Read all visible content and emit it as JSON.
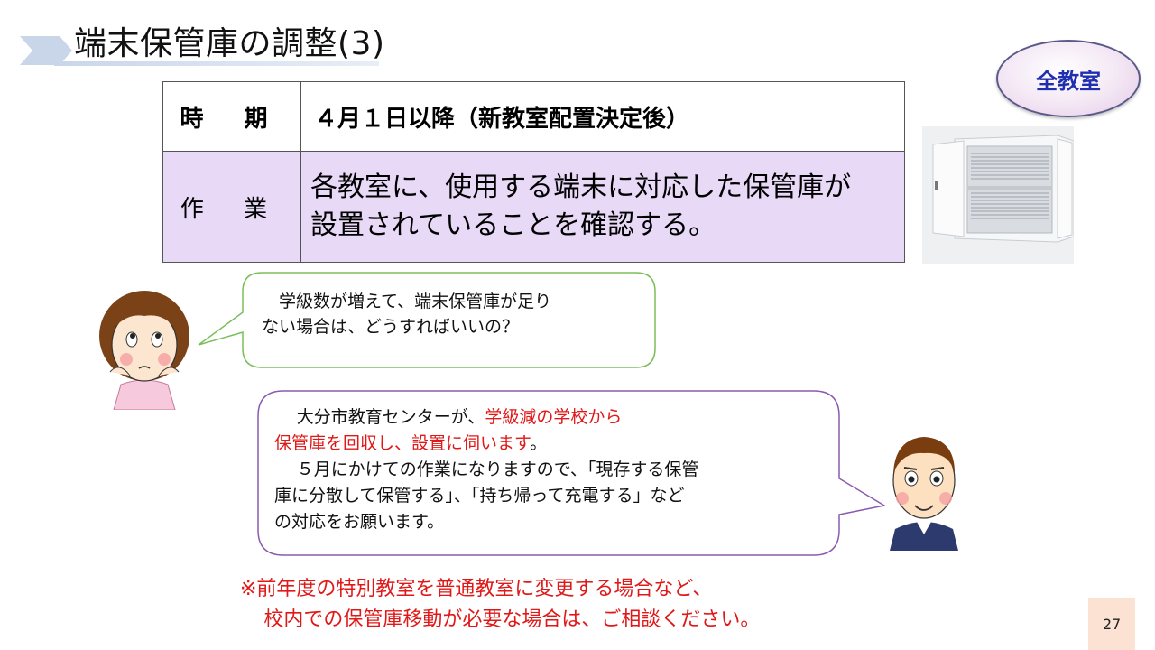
{
  "slide": {
    "title": "端末保管庫の調整(3)",
    "badge": "全教室",
    "page_number": "27"
  },
  "table": {
    "rows": [
      {
        "label": "時 期",
        "value": "４月１日以降（新教室配置決定後）"
      },
      {
        "label": "作 業",
        "value_line1": "各教室に、使用する端末に対応した保管庫が",
        "value_line2": "設置されていることを確認する。"
      }
    ]
  },
  "bubble_teacher": {
    "line1": "学級数が増えて、端末保管庫が足り",
    "line2": "ない場合は、どうすればいいの？"
  },
  "bubble_center": {
    "line1_black": "大分市教育センターが、",
    "line1_red": "学級減の学校から",
    "line2_red": "保管庫を回収し、設置に伺います",
    "line2_black": "。",
    "line3": "５月にかけての作業になりますので、「現存する保管",
    "line4": "庫に分散して保管する」、「持ち帰って充電する」など",
    "line5": "の対応をお願います。"
  },
  "note": {
    "line1": "※前年度の特別教室を普通教室に変更する場合など、",
    "line2": "校内での保管庫移動が必要な場合は、ご相談ください。"
  },
  "colors": {
    "accent_red": "#e01818",
    "table_highlight": "#e8d9f7",
    "badge_text": "#1f2fb0",
    "bubble1_border": "#7cbf5a",
    "bubble2_border": "#8a5ab0"
  }
}
